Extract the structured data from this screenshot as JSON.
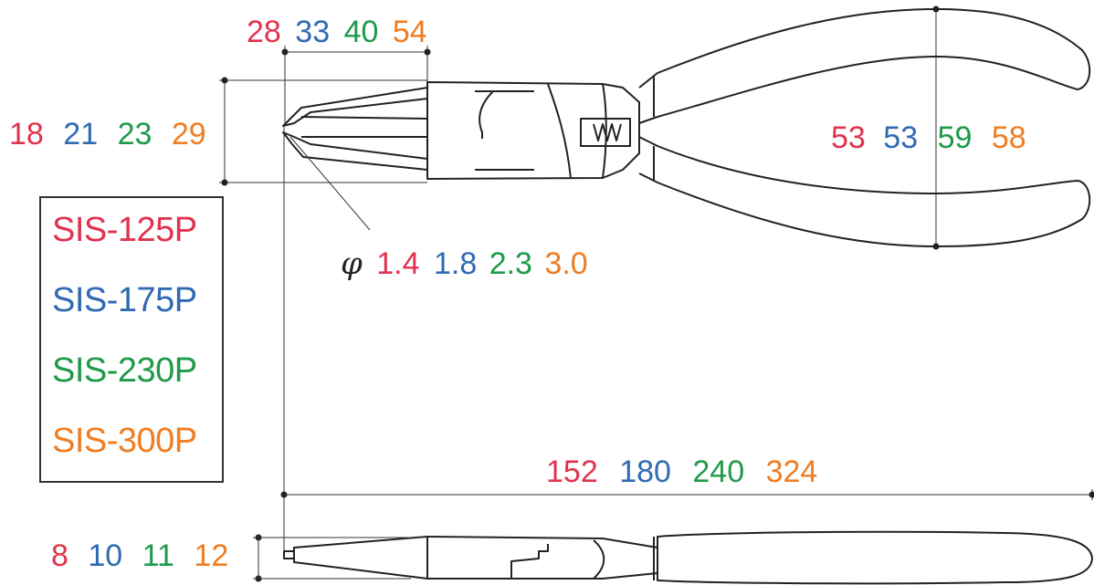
{
  "colors": {
    "SIS-125P": "#e0334f",
    "SIS-175P": "#2f6ab3",
    "SIS-230P": "#1f9a4a",
    "SIS-300P": "#ef7d22",
    "line": "#222222"
  },
  "models": [
    "SIS-125P",
    "SIS-175P",
    "SIS-230P",
    "SIS-300P"
  ],
  "dimensions": {
    "jaw_length": [
      "28",
      "33",
      "40",
      "54"
    ],
    "head_height": [
      "18",
      "21",
      "23",
      "29"
    ],
    "tip_diameter_symbol": "φ",
    "tip_diameter": [
      "1.4",
      "1.8",
      "2.3",
      "3.0"
    ],
    "handle_spread": [
      "53",
      "53",
      "59",
      "58"
    ],
    "overall_length": [
      "152",
      "180",
      "240",
      "324"
    ],
    "thickness": [
      "8",
      "10",
      "11",
      "12"
    ]
  }
}
